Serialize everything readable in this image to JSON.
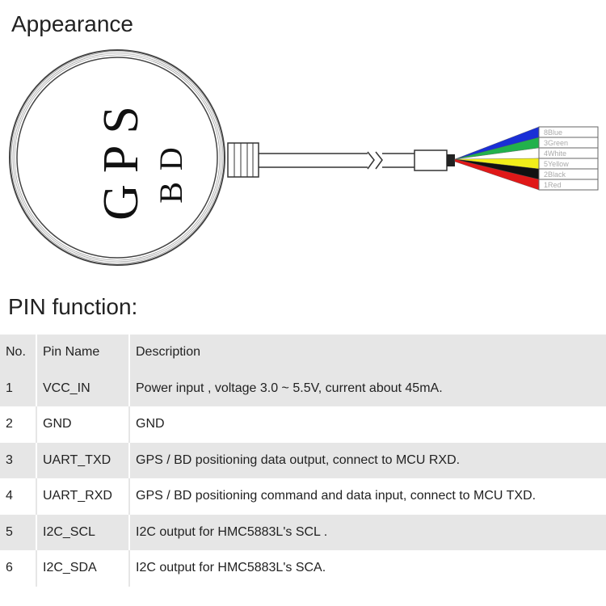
{
  "appearance": {
    "title": "Appearance",
    "gps_label": "GPS",
    "bd_label": "BD",
    "wires": [
      {
        "label": "8Blue",
        "color": "#1a2fd6"
      },
      {
        "label": "3Green",
        "color": "#22b14c"
      },
      {
        "label": "4White",
        "color": "#ffffff"
      },
      {
        "label": "5Yellow",
        "color": "#f2ef1a"
      },
      {
        "label": "2Black",
        "color": "#111111"
      },
      {
        "label": "1Red",
        "color": "#e01818"
      }
    ]
  },
  "pins": {
    "title": "PIN  function:",
    "headers": [
      "No.",
      "Pin  Name",
      "Description"
    ],
    "rows": [
      [
        "1",
        "VCC_IN",
        "Power input , voltage 3.0 ~ 5.5V, current about 45mA."
      ],
      [
        "2",
        "GND",
        "GND"
      ],
      [
        "3",
        "UART_TXD",
        "GPS / BD positioning data output, connect to MCU RXD."
      ],
      [
        "4",
        "UART_RXD",
        "GPS / BD positioning command and data input, connect to MCU TXD."
      ],
      [
        "5",
        "I2C_SCL",
        "I2C output for HMC5883L's SCL ."
      ],
      [
        "6",
        "I2C_SDA",
        "I2C output for HMC5883L's SCA."
      ]
    ]
  }
}
